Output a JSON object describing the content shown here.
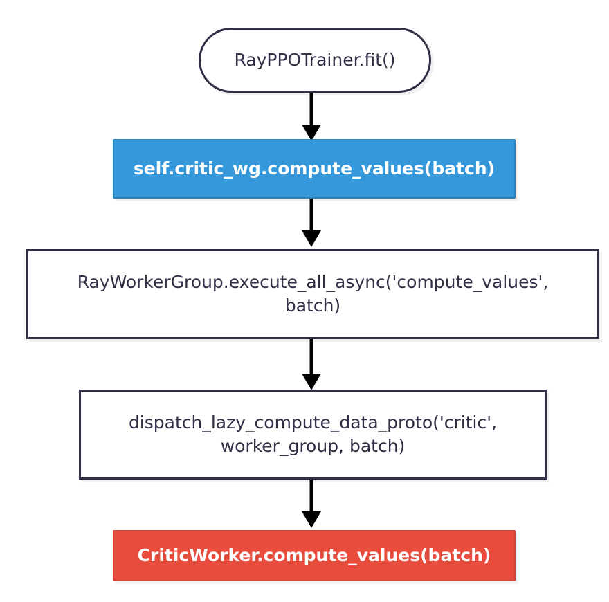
{
  "diagram": {
    "type": "flowchart",
    "direction": "top-to-bottom",
    "background_color": "#ffffff",
    "nodes": [
      {
        "id": "n1",
        "shape": "stadium",
        "label": "RayPPOTrainer.fit()",
        "fill": "#ffffff",
        "stroke": "#2f2f45",
        "text_color": "#2f2f45"
      },
      {
        "id": "n2",
        "shape": "rect",
        "label": "self.critic_wg.compute_values(batch)",
        "fill": "#3498db",
        "stroke": "#2a82bd",
        "text_color": "#ffffff"
      },
      {
        "id": "n3",
        "shape": "rect",
        "label": "RayWorkerGroup.execute_all_async('compute_values',\nbatch)",
        "fill": "#ffffff",
        "stroke": "#2f2f45",
        "text_color": "#2f2f45"
      },
      {
        "id": "n4",
        "shape": "rect",
        "label": "dispatch_lazy_compute_data_proto('critic',\nworker_group, batch)",
        "fill": "#ffffff",
        "stroke": "#2f2f45",
        "text_color": "#2f2f45"
      },
      {
        "id": "n5",
        "shape": "rect",
        "label": "CriticWorker.compute_values(batch)",
        "fill": "#e74c3c",
        "stroke": "#cf4436",
        "text_color": "#ffffff"
      }
    ],
    "edges": [
      {
        "id": "e1",
        "from": "n1",
        "to": "n2",
        "label": "",
        "arrow": "triangle",
        "color": "#000000"
      },
      {
        "id": "e2",
        "from": "n2",
        "to": "n3",
        "label": "",
        "arrow": "triangle",
        "color": "#000000"
      },
      {
        "id": "e3",
        "from": "n3",
        "to": "n4",
        "label": "",
        "arrow": "triangle",
        "color": "#000000"
      },
      {
        "id": "e4",
        "from": "n4",
        "to": "n5",
        "label": "",
        "arrow": "triangle",
        "color": "#000000"
      }
    ]
  }
}
